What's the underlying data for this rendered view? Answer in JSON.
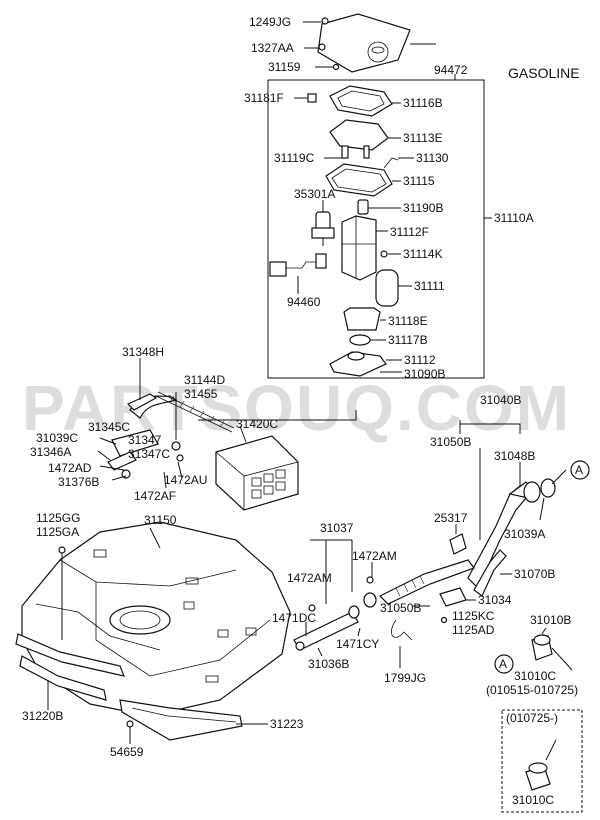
{
  "title": "GASOLINE",
  "watermark": "PARTSOUQ.COM",
  "labels": {
    "p1249JG": "1249JG",
    "p1327AA": "1327AA",
    "p31159": "31159",
    "p94472": "94472",
    "p31181F": "31181F",
    "p31116B": "31116B",
    "p31113E": "31113E",
    "p31119C": "31119C",
    "p31130": "31130",
    "p31115": "31115",
    "p35301A": "35301A",
    "p31190B": "31190B",
    "p31112F": "31112F",
    "p31110A": "31110A",
    "p31114K": "31114K",
    "p31111": "31111",
    "p94460": "94460",
    "p31118E": "31118E",
    "p31117B": "31117B",
    "p31112": "31112",
    "p31090B": "31090B",
    "p31348H": "31348H",
    "p31144D": "31144D",
    "p31455": "31455",
    "p31345C": "31345C",
    "p31420C": "31420C",
    "p31039C": "31039C",
    "p31347": "31347",
    "p31346A": "31346A",
    "p31347C": "31347C",
    "p1472AD": "1472AD",
    "p31376B": "31376B",
    "p1472AU": "1472AU",
    "p1472AF": "1472AF",
    "p31040B": "31040B",
    "p31050B_a": "31050B",
    "p31048B": "31048B",
    "pA1": "A",
    "p25317": "25317",
    "p31039A": "31039A",
    "p1125GG": "1125GG",
    "p1125GA": "1125GA",
    "p31150": "31150",
    "p31037": "31037",
    "p1472AM_a": "1472AM",
    "p1472AM_b": "1472AM",
    "p31070B": "31070B",
    "p31034": "31034",
    "p31050B_b": "31050B",
    "p1471DC": "1471DC",
    "p1125KC": "1125KC",
    "p1125AD": "1125AD",
    "p31010B": "31010B",
    "p1471CY": "1471CY",
    "p31036B": "31036B",
    "p1799JG": "1799JG",
    "pA2": "A",
    "p31010C_a": "31010C",
    "p010515": "(010515-010725)",
    "p31220B": "31220B",
    "p31223": "31223",
    "p54659": "54659",
    "p010725": "(010725-)",
    "p31010C_b": "31010C"
  }
}
